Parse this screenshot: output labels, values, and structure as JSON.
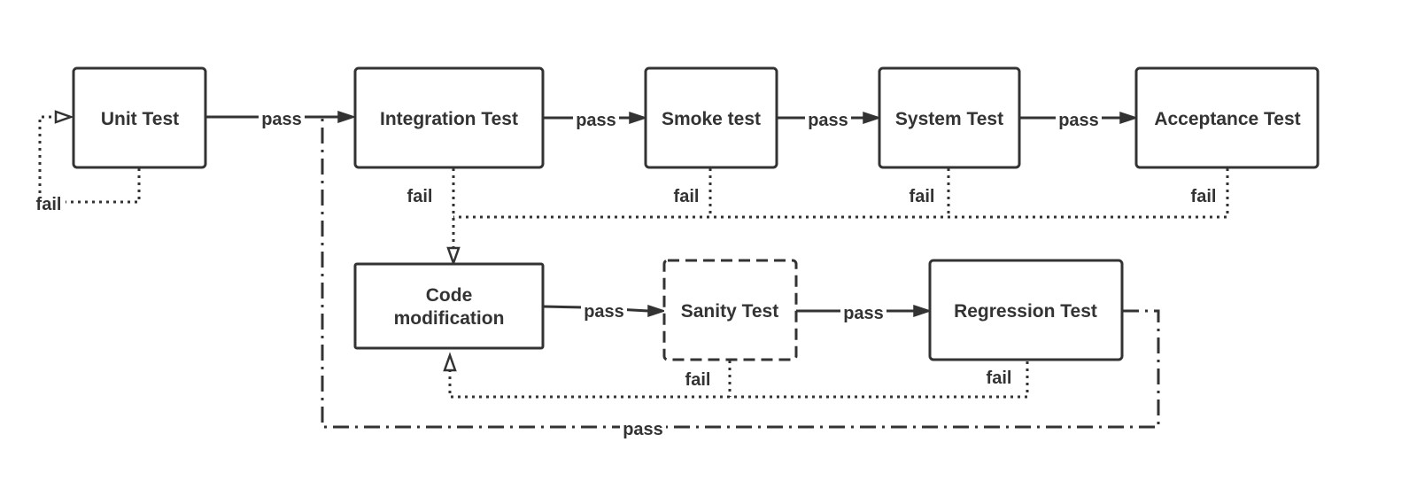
{
  "nodes": {
    "unit_test": "Unit Test",
    "integration_test": "Integration Test",
    "smoke_test": "Smoke test",
    "system_test": "System Test",
    "acceptance_test": "Acceptance Test",
    "code_modification_line1": "Code",
    "code_modification_line2": "modification",
    "sanity_test": "Sanity Test",
    "regression_test": "Regression Test"
  },
  "edges": {
    "pass": "pass",
    "fail": "fail"
  }
}
